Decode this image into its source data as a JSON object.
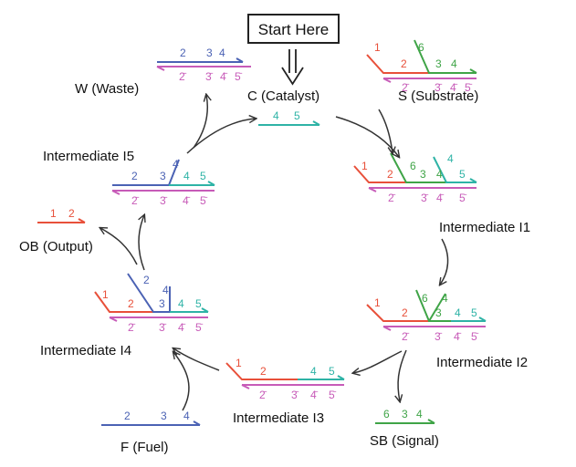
{
  "title": "Start Here",
  "colors": {
    "red": "#e8503a",
    "green": "#3fa447",
    "blue": "#4b62b4",
    "magenta": "#c75bb8",
    "teal": "#2eb3a6",
    "arrow": "#333333",
    "text": "#111111"
  },
  "species": {
    "W": {
      "label": "W (Waste)",
      "top": [
        "2",
        "3",
        "4"
      ],
      "bottom": [
        "2̄",
        "3̄",
        "4̄",
        "5̄"
      ]
    },
    "C": {
      "label": "C (Catalyst)",
      "top": [
        "4",
        "5"
      ]
    },
    "S": {
      "label": "S (Substrate)",
      "top": [
        "1",
        "2",
        "6",
        "3",
        "4"
      ],
      "bottom": [
        "2̄",
        "3̄",
        "4̄",
        "5̄"
      ]
    },
    "I1": {
      "label": "Intermediate I1",
      "top": [
        "1",
        "2",
        "6",
        "3",
        "4",
        "4",
        "5"
      ],
      "bottom": [
        "2̄",
        "3̄",
        "4̄",
        "5̄"
      ]
    },
    "I2": {
      "label": "Intermediate I2",
      "top": [
        "1",
        "2",
        "6",
        "4",
        "3",
        "4",
        "5"
      ],
      "bottom": [
        "2̄",
        "3̄",
        "4̄",
        "5̄"
      ]
    },
    "SB": {
      "label": "SB (Signal)",
      "top": [
        "6",
        "3",
        "4"
      ]
    },
    "I3": {
      "label": "Intermediate I3",
      "top": [
        "1",
        "2",
        "4",
        "5"
      ],
      "bottom": [
        "2̄",
        "3̄",
        "4̄",
        "5̄"
      ]
    },
    "F": {
      "label": "F (Fuel)",
      "top": [
        "2",
        "3",
        "4"
      ]
    },
    "I4": {
      "label": "Intermediate I4",
      "top": [
        "1",
        "2",
        "2",
        "4",
        "3",
        "4",
        "5"
      ],
      "bottom": [
        "2̄",
        "3̄",
        "4̄",
        "5̄"
      ]
    },
    "OB": {
      "label": "OB (Output)",
      "top": [
        "1",
        "2"
      ]
    },
    "I5": {
      "label": "Intermediate I5",
      "top": [
        "2",
        "3",
        "4",
        "4",
        "5"
      ],
      "bottom": [
        "2̄",
        "3̄",
        "4̄",
        "5̄"
      ]
    }
  }
}
